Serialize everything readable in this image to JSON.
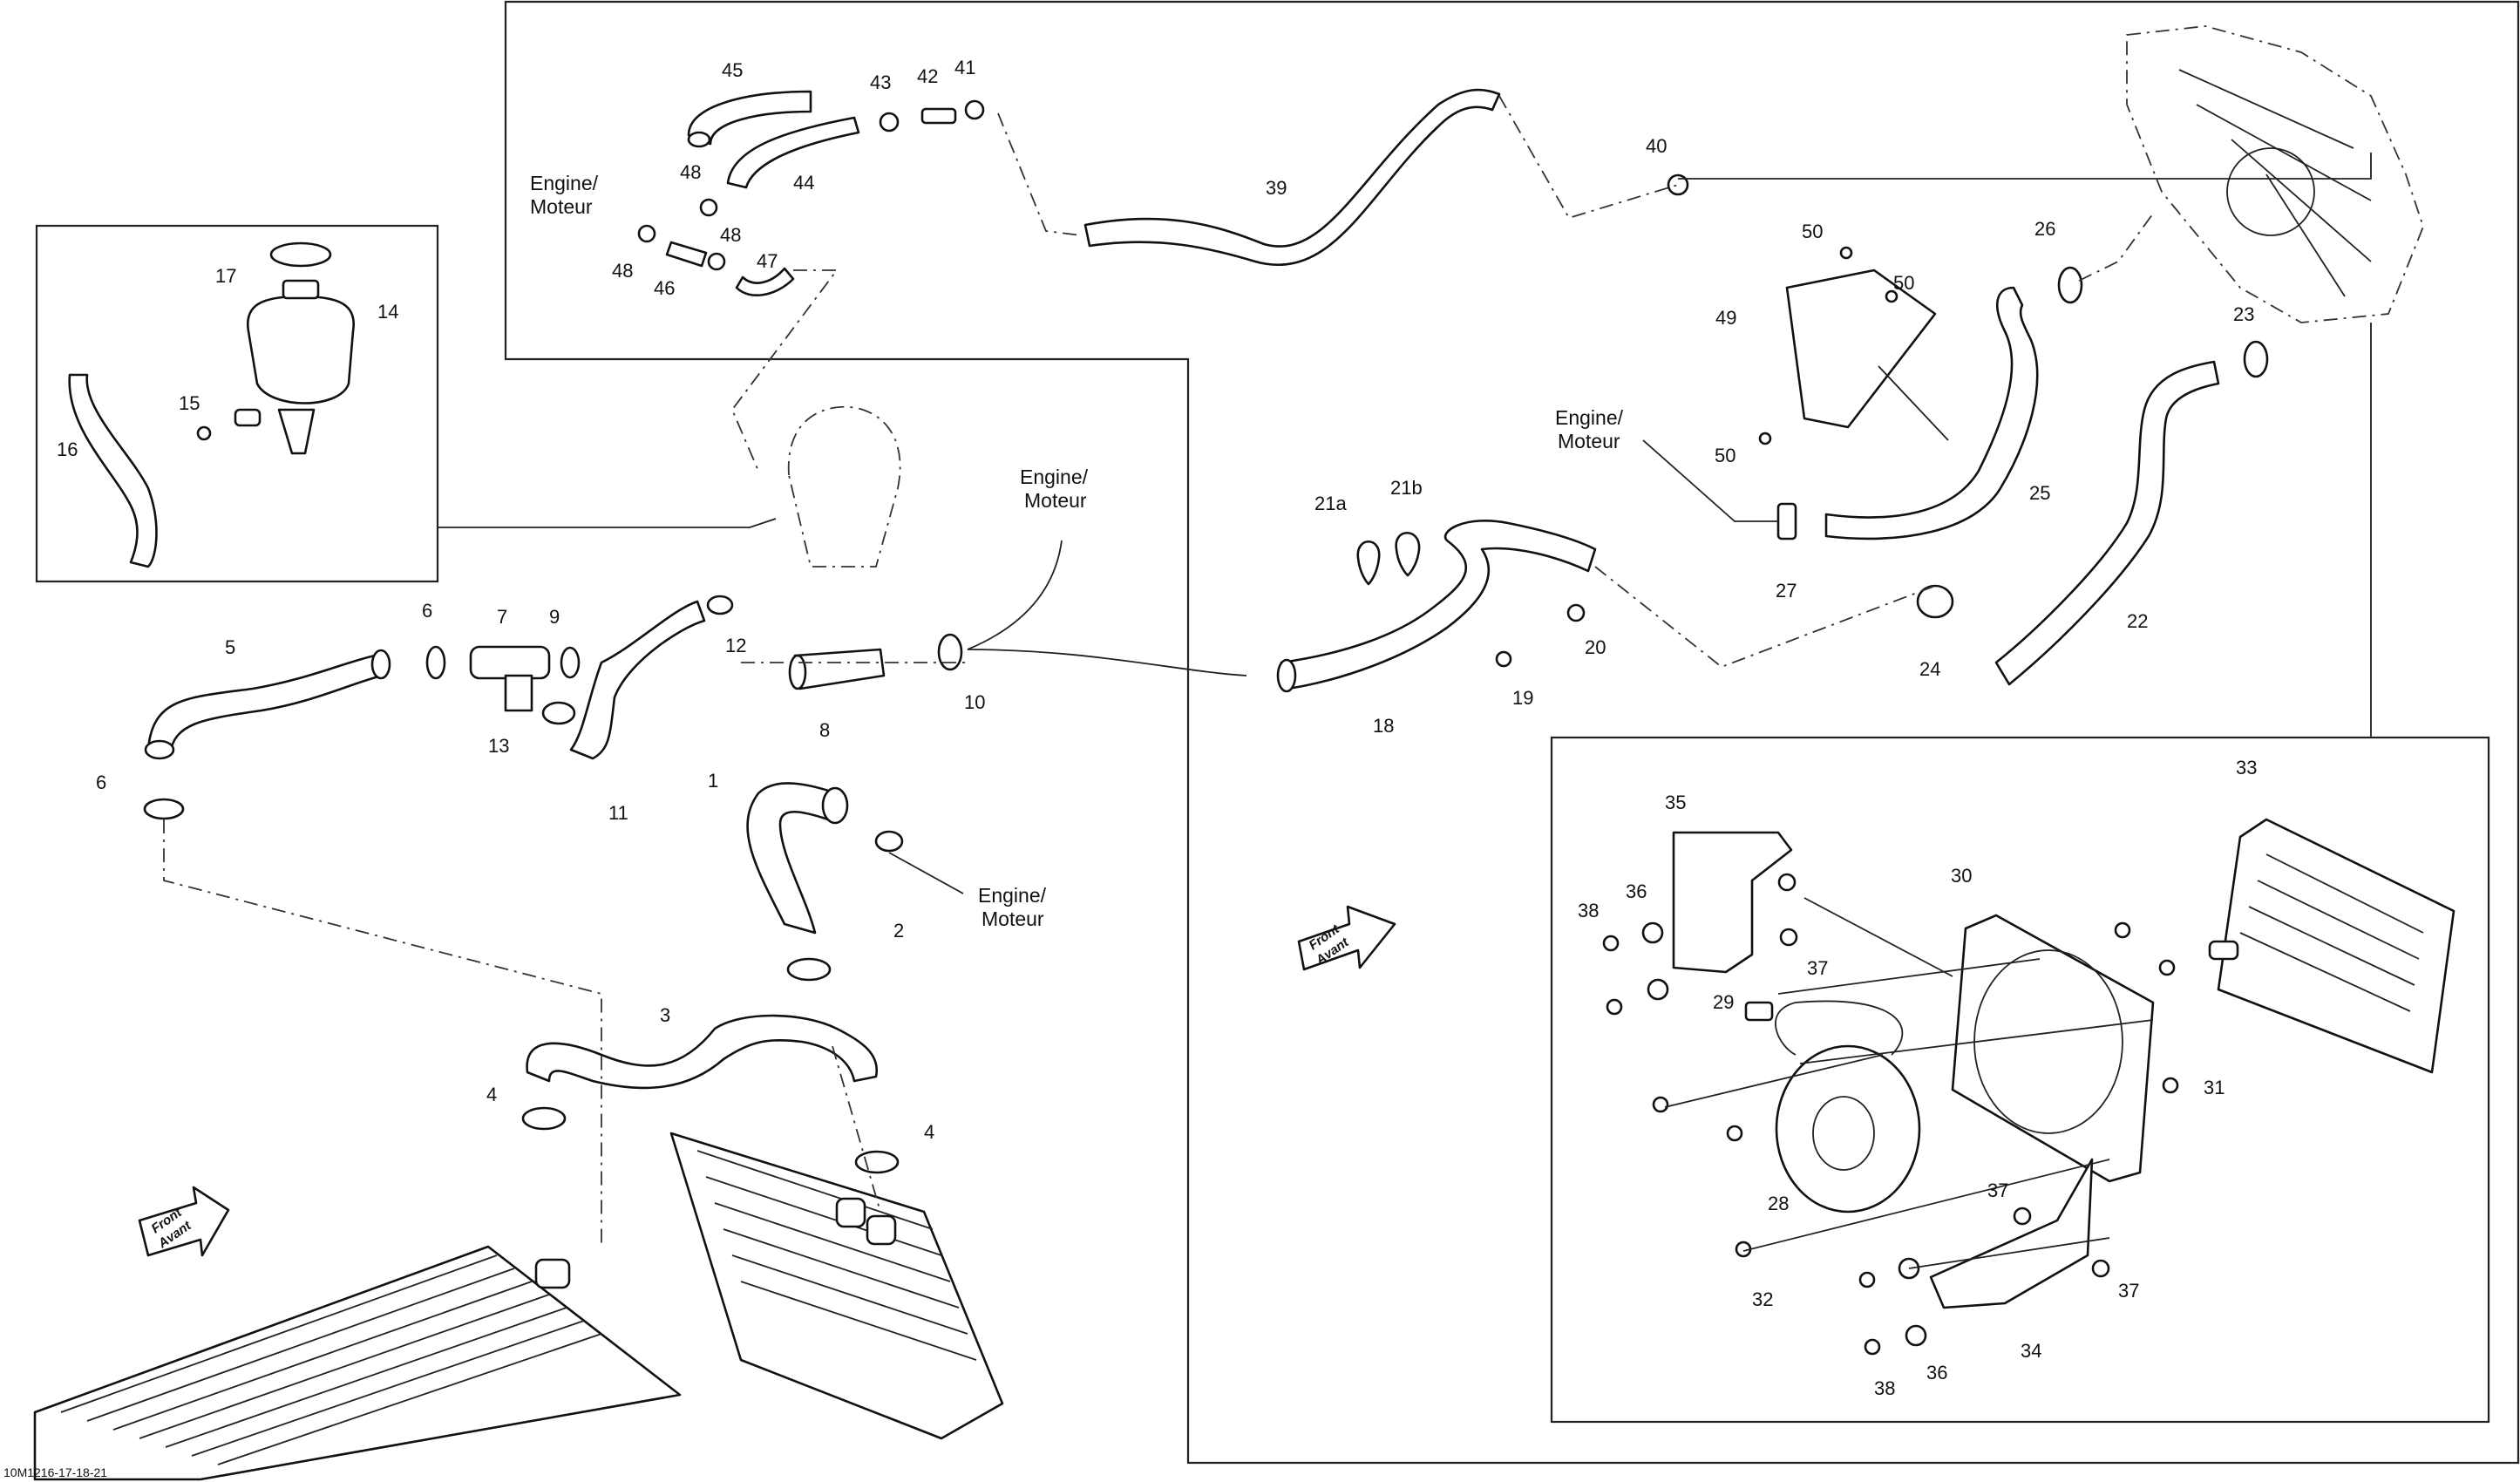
{
  "labels": {
    "p1": "1",
    "p2": "2",
    "p3": "3",
    "p4a": "4",
    "p4b": "4",
    "p5": "5",
    "p6a": "6",
    "p6b": "6",
    "p7": "7",
    "p8": "8",
    "p9": "9",
    "p10": "10",
    "p11": "11",
    "p12": "12",
    "p13": "13",
    "p14": "14",
    "p15": "15",
    "p16": "16",
    "p17": "17",
    "p18": "18",
    "p19": "19",
    "p20": "20",
    "p21a": "21a",
    "p21b": "21b",
    "p22": "22",
    "p23": "23",
    "p24": "24",
    "p25": "25",
    "p26": "26",
    "p27": "27",
    "p28": "28",
    "p29": "29",
    "p30": "30",
    "p31": "31",
    "p32": "32",
    "p33": "33",
    "p34": "34",
    "p35": "35",
    "p36a": "36",
    "p36b": "36",
    "p37a": "37",
    "p37b": "37",
    "p37c": "37",
    "p38a": "38",
    "p38b": "38",
    "p39": "39",
    "p40": "40",
    "p41": "41",
    "p42": "42",
    "p43": "43",
    "p44": "44",
    "p45": "45",
    "p46": "46",
    "p47": "47",
    "p48a": "48",
    "p48b": "48",
    "p48c": "48",
    "p49": "49",
    "p50a": "50",
    "p50b": "50",
    "p50c": "50"
  },
  "notes": {
    "engine_line1": "Engine/",
    "engine_line2": "Moteur"
  },
  "front": {
    "line1": "Front",
    "line2": "Avant"
  },
  "reference": "10M1216-17-18-21"
}
